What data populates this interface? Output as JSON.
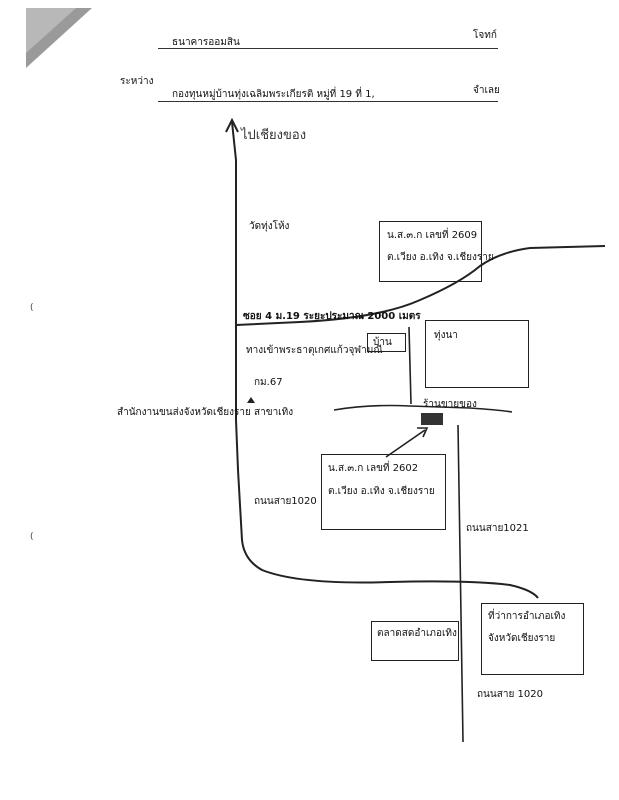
{
  "header": {
    "bank": "ธนาคารออมสิน",
    "party_right": "โจทก์",
    "between": "ระหว่าง",
    "fund": "กองทุนหมู่บ้านทุ่งเฉลิมพระเกียรติ หมู่ที่ 19 ที่ 1,",
    "defendant": "จำเลย"
  },
  "map": {
    "north_label": "ไปเชียงของ",
    "wat_label": "วัดทุ่งโห้ง",
    "title_deed_top": {
      "line1": "น.ส.๓.ก เลขที่ 2609",
      "line2": "ต.เวียง อ.เทิง จ.เชียงราย"
    },
    "soi_label": "ซอย 4 ม.19  ระยะประมาณ 2000 เมตร",
    "temple_way": "ทางเข้าพระธาตุเกศแก้วจุฬามณี",
    "house_label": "บ้าน",
    "paddy_label": "ทุ่งนา",
    "km_label": "กม.67",
    "post_office_label": "สำนักงานขนส่งจังหวัดเชียงราย สาขาเทิง",
    "shop_label": "ร้านขายของ",
    "title_deed_mid": {
      "line1": "น.ส.๓.ก เลขที่ 2602",
      "line2": "ต.เวียง อ.เทิง จ.เชียงราย"
    },
    "road_1020_a": "ถนนสาย1020",
    "road_1021": "ถนนสาย1021",
    "market_label": "ตลาดสดอำเภอเทิง",
    "district_office": {
      "line1": "ที่ว่าการอำเภอเทิง",
      "line2": "จังหวัดเชียงราย"
    },
    "road_1020_b": "ถนนสาย 1020"
  }
}
